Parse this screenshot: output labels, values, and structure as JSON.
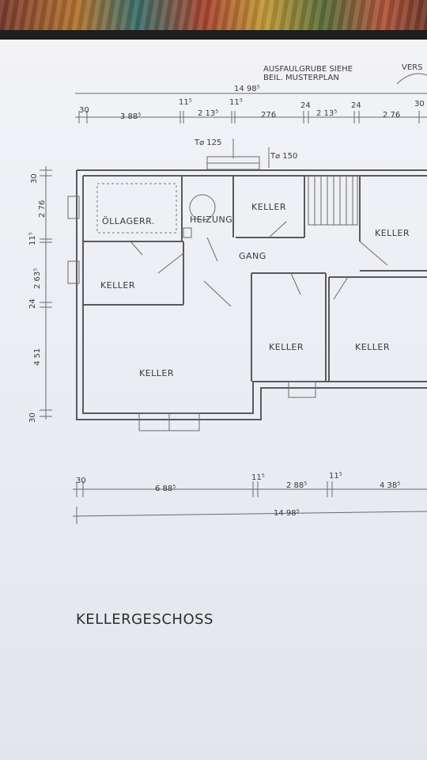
{
  "notes": {
    "line1": "AUSFAULGRUBE SIEHE",
    "line2": "BEIL. MUSTERPLAN",
    "corner": "VERS"
  },
  "top_dims": {
    "total": "14 98⁵",
    "d1": "30",
    "d2": "3 88⁵",
    "d3": "11⁵",
    "d4": "2 13⁵",
    "d5": "11⁵",
    "d6": "276",
    "d7": "24",
    "d8": "2 13⁵",
    "d9": "24",
    "d10": "2 76",
    "d11": "30"
  },
  "vents": {
    "v1": "T⌀ 125",
    "v2": "T⌀ 150"
  },
  "left_dims": {
    "a": "30",
    "b": "2 76",
    "c": "11⁵",
    "d": "2 63⁵",
    "e": "24",
    "f": "4 51",
    "g": "30"
  },
  "rooms": {
    "oel": "ÖLLAGERR.",
    "heizung": "HEIZUNG",
    "keller_top": "KELLER",
    "keller_right_top": "KELLER",
    "gang": "GANG",
    "keller_left_mid": "KELLER",
    "keller_big": "KELLER",
    "keller_center": "KELLER",
    "keller_right": "KELLER"
  },
  "bottom_dims": {
    "d1": "30",
    "d2": "6 88⁵",
    "d3": "11⁵",
    "d4": "2 88⁵",
    "d5": "11⁵",
    "d6": "4 38⁵",
    "total": "14 98⁵"
  },
  "plan_title": "KELLERGESCHOSS"
}
